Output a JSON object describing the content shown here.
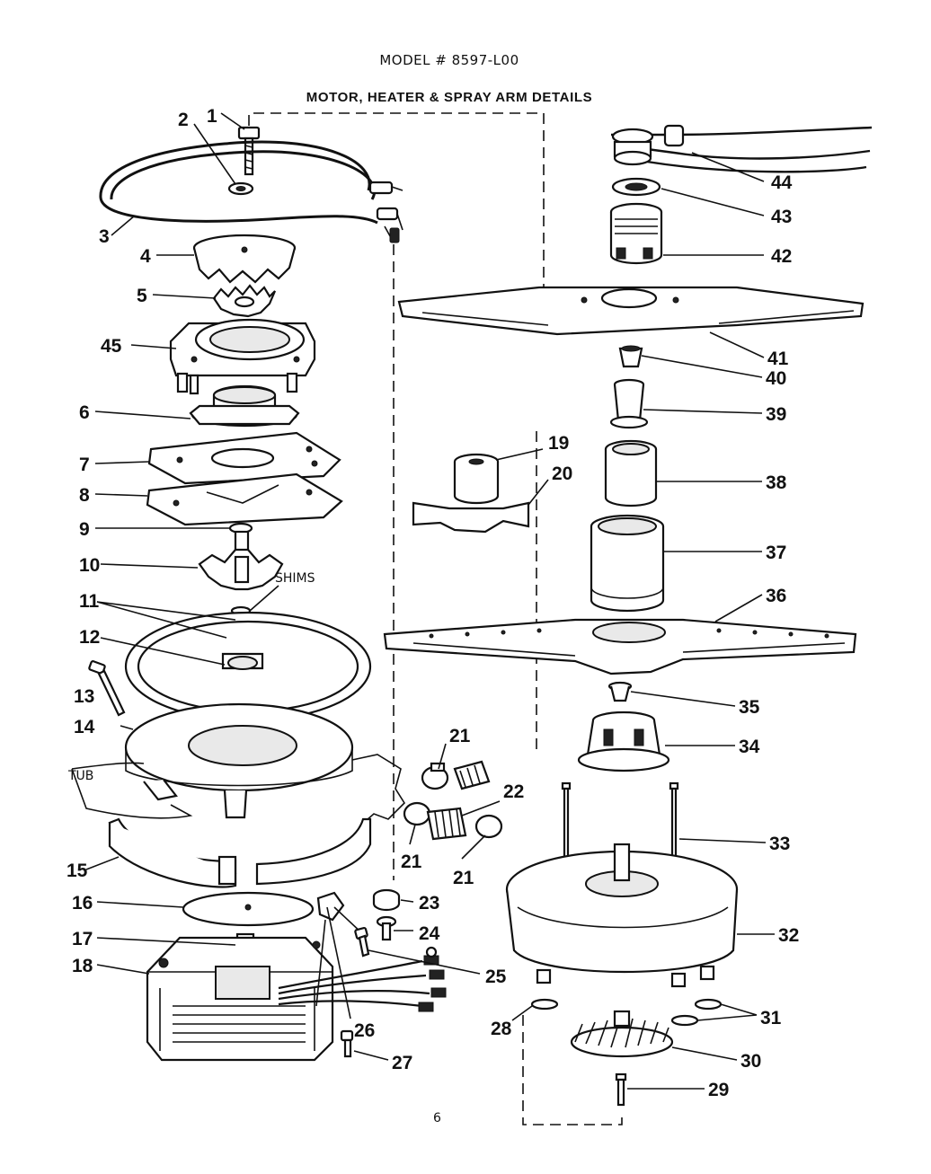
{
  "header": {
    "model": "MODEL # 8597-L00",
    "title": "MOTOR, HEATER & SPRAY ARM DETAILS"
  },
  "labels": {
    "shims": "SHIMS",
    "tub": "TUB"
  },
  "callouts": {
    "p1": "1",
    "p2": "2",
    "p3": "3",
    "p4": "4",
    "p5": "5",
    "p6": "6",
    "p7": "7",
    "p8": "8",
    "p9": "9",
    "p10": "10",
    "p11": "11",
    "p12": "12",
    "p13": "13",
    "p14": "14",
    "p15": "15",
    "p16": "16",
    "p17": "17",
    "p18": "18",
    "p19": "19",
    "p20": "20",
    "p21": "21",
    "p22": "22",
    "p23": "23",
    "p24": "24",
    "p25": "25",
    "p26": "26",
    "p27": "27",
    "p28": "28",
    "p29": "29",
    "p30": "30",
    "p31": "31",
    "p32": "32",
    "p33": "33",
    "p34": "34",
    "p35": "35",
    "p36": "36",
    "p37": "37",
    "p38": "38",
    "p39": "39",
    "p40": "40",
    "p41": "41",
    "p42": "42",
    "p43": "43",
    "p44": "44",
    "p45": "45"
  },
  "footer": {
    "page_number": "6"
  }
}
